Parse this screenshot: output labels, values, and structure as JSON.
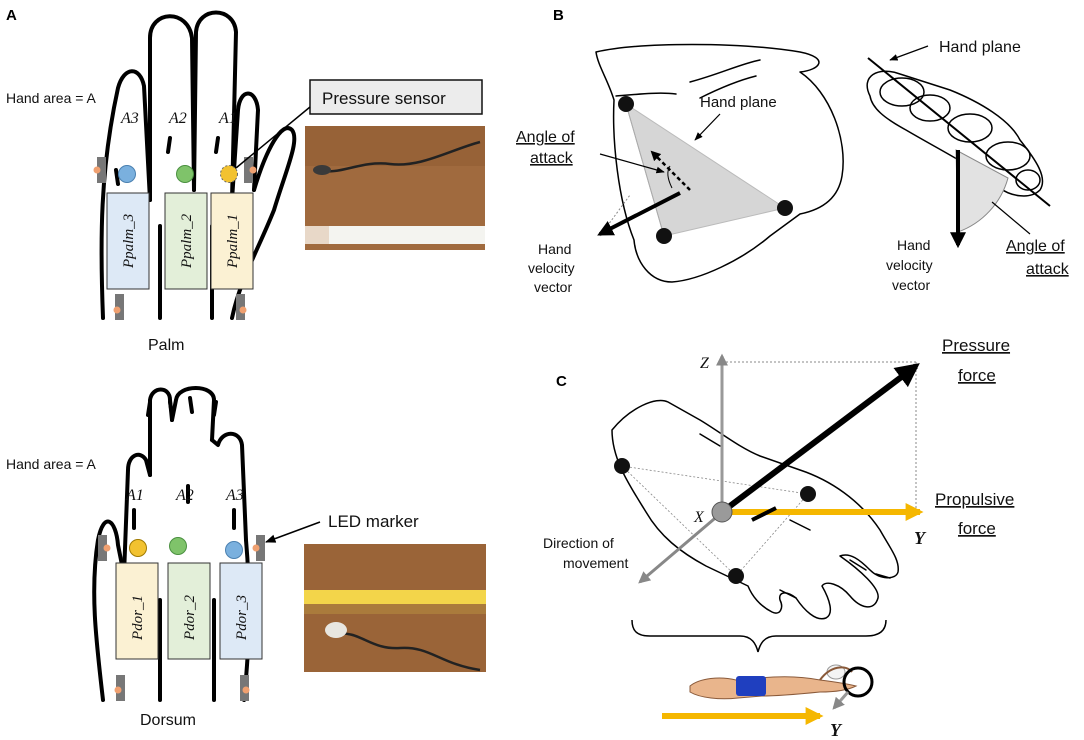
{
  "panels": {
    "a": "A",
    "b": "B",
    "c": "C"
  },
  "colors": {
    "blue_sensor": "#7ab0de",
    "green_sensor": "#7fc36a",
    "yellow_sensor": "#f2c230",
    "blue_box": "#dde9f6",
    "green_box": "#e3efd9",
    "yellow_box": "#fbf1d3",
    "orange_led": "#f0a070",
    "arrow_yellow": "#f5b700",
    "plane_gray": "#cfcfcf"
  },
  "palm": {
    "hand_area": "Hand area = A",
    "area_labels": [
      "A3",
      "A2",
      "A1"
    ],
    "pressure_labels": [
      "Ppalm_3",
      "Ppalm_2",
      "Ppalm_1"
    ],
    "caption": "Palm",
    "sensor_label": "Pressure sensor"
  },
  "dorsum": {
    "hand_area": "Hand area = A",
    "area_labels": [
      "A1",
      "A2",
      "A3"
    ],
    "pressure_labels": [
      "Pdor_1",
      "Pdor_2",
      "Pdor_3"
    ],
    "caption": "Dorsum",
    "marker_label": "LED marker"
  },
  "panel_b": {
    "hand_plane": "Hand plane",
    "angle_line1": "Angle of",
    "angle_line2": "attack",
    "velocity_line1": "Hand",
    "velocity_line2": "velocity",
    "velocity_line3": "vector"
  },
  "panel_c": {
    "z_axis": "Z",
    "x_axis": "X",
    "y_axis": "Y",
    "pressure_line1": "Pressure",
    "pressure_line2": "force",
    "propulsive_line1": "Propulsive",
    "propulsive_line2": "force",
    "direction_line1": "Direction of",
    "direction_line2": "movement"
  }
}
